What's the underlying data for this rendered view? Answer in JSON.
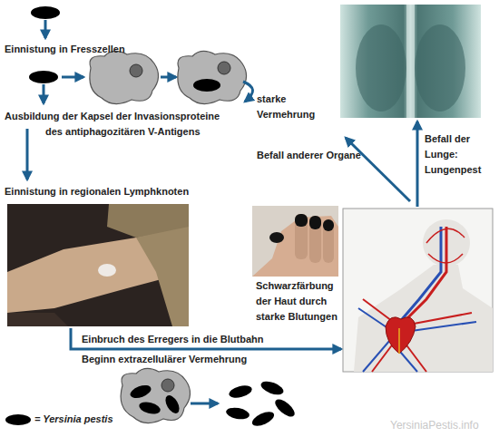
{
  "diagram": {
    "nodes": [
      {
        "text": [
          "Einnistung in regionalen Lymphknoten"
        ]
      },
      {
        "text": [
          "Schwarzfärbung der Haut durch starke Blutungen"
        ]
      }
    ],
    "labels": [
      "Einnistung in Fresszellen",
      "starke Vermehrung",
      "Ausbildung der Kapsel der Invasionsproteine des antiphagozitären V-Antigens",
      "Einbruch des Erregers in die Blutbahn",
      "Beginn extrazellulärer Vermehrung",
      "Befall anderer Organe",
      "Befall der Lunge: Lungenpest",
      "YersiniaPestis.info"
    ],
    "legend": [
      {
        "text": "= Yersinia pestis"
      }
    ]
  }
}
